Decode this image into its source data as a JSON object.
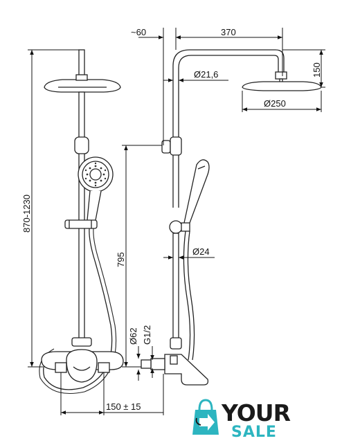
{
  "dimensions": {
    "offset_top": "~60",
    "arm_length": "370",
    "head_height": "150",
    "pipe_diameter": "Ø21,6",
    "head_diameter": "Ø250",
    "overall_height": "870-1230",
    "bar_height": "795",
    "bar_diameter": "Ø24",
    "body_diameter": "Ø62",
    "thread": "G1/2",
    "center_distance": "150 ± 15"
  },
  "logo": {
    "word_top": "YOUR",
    "word_bottom": "SALE",
    "accent_color": "#2db5c0",
    "dark_color": "#1a1a1a"
  }
}
